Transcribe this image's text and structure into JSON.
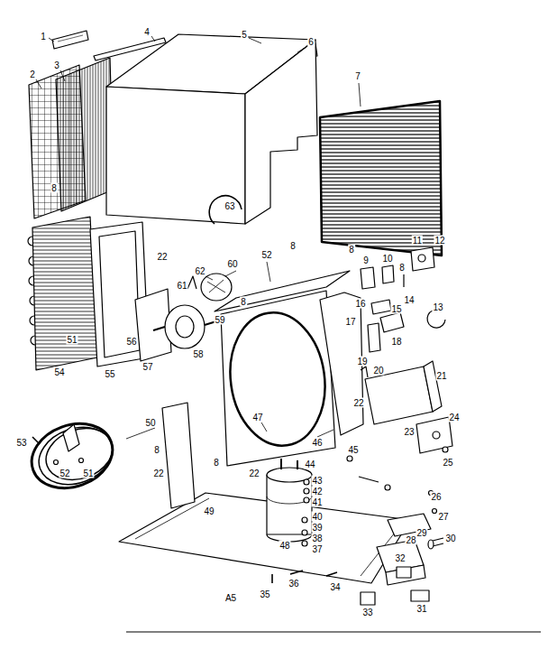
{
  "diagram": {
    "labels": [
      "1",
      "4",
      "5",
      "6",
      "2",
      "3",
      "7",
      "8",
      "63",
      "22",
      "62",
      "60",
      "52",
      "8",
      "8",
      "9",
      "11",
      "12",
      "10",
      "8",
      "14",
      "61",
      "8",
      "16",
      "15",
      "13",
      "17",
      "18",
      "59",
      "58",
      "56",
      "57",
      "51",
      "54",
      "55",
      "19",
      "20",
      "21",
      "22",
      "24",
      "23",
      "25",
      "46",
      "45",
      "44",
      "47",
      "8",
      "8",
      "22",
      "22",
      "50",
      "53",
      "52",
      "51",
      "48",
      "43",
      "42",
      "41",
      "26",
      "27",
      "28",
      "49",
      "40",
      "39",
      "38",
      "37",
      "29",
      "30",
      "36",
      "34",
      "35",
      "32",
      "33",
      "31",
      "A5"
    ]
  }
}
